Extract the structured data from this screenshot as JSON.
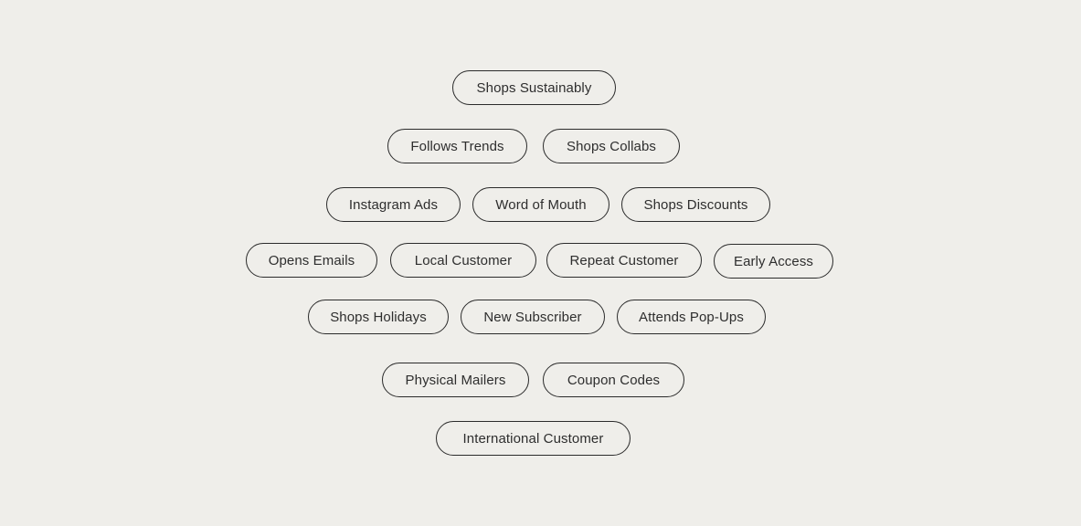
{
  "colors": {
    "background": "#efeeea",
    "tag_border": "#2b2b2b",
    "tag_text": "#2e2e2e"
  },
  "tag_cloud": {
    "rows": [
      {
        "tags": [
          {
            "label": "Shops Sustainably"
          }
        ]
      },
      {
        "tags": [
          {
            "label": "Follows Trends"
          },
          {
            "label": "Shops Collabs"
          }
        ]
      },
      {
        "tags": [
          {
            "label": "Instagram Ads"
          },
          {
            "label": "Word of Mouth"
          },
          {
            "label": "Shops Discounts"
          }
        ]
      },
      {
        "tags": [
          {
            "label": "Opens Emails"
          },
          {
            "label": "Local Customer"
          },
          {
            "label": "Repeat Customer"
          },
          {
            "label": "Early Access"
          }
        ]
      },
      {
        "tags": [
          {
            "label": "Shops Holidays"
          },
          {
            "label": "New Subscriber"
          },
          {
            "label": "Attends Pop-Ups"
          }
        ]
      },
      {
        "tags": [
          {
            "label": "Physical Mailers"
          },
          {
            "label": "Coupon Codes"
          }
        ]
      },
      {
        "tags": [
          {
            "label": "International Customer"
          }
        ]
      }
    ]
  }
}
